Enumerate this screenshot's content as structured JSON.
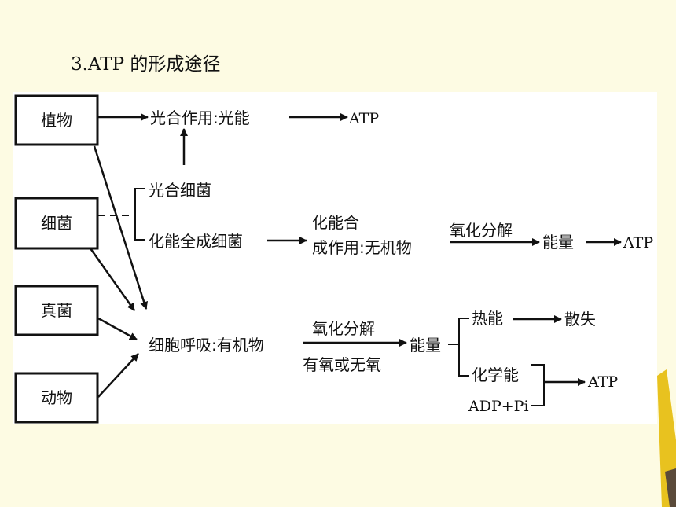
{
  "slide_title": "3.ATP 的形成途径",
  "organisms": {
    "plant": "植物",
    "bacteria": "细菌",
    "fungi": "真菌",
    "animal": "动物"
  },
  "plant_path": {
    "process": "光合作用",
    "colon": ":",
    "energy": "光能",
    "product": "ATP"
  },
  "bacteria_path": {
    "photosynthetic": "光合细菌",
    "chemosynthetic": "化能全成细菌",
    "process_line1": "化能合",
    "process_line2": "成作用",
    "colon": ":",
    "substrate": "无机物",
    "reaction": "氧化分解",
    "energy": "能量",
    "product": "ATP"
  },
  "respiration_path": {
    "process": "细胞呼吸",
    "colon": ":",
    "substrate": "有机物",
    "reaction_top": "氧化分解",
    "reaction_bottom": "有氧或无氧",
    "energy": "能量",
    "heat": "热能",
    "heat_result": "散失",
    "chemical": "化学能",
    "inputs": "ADP+Pi",
    "product": "ATP"
  }
}
